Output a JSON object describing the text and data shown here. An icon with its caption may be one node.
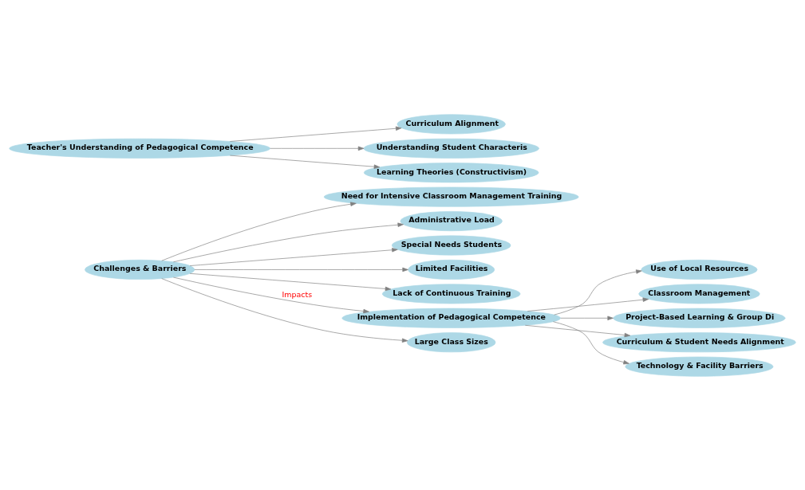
{
  "diagram": {
    "nodes": [
      {
        "text": [
          "Need for Intensive Classroom Management Training"
        ]
      },
      {
        "text": [
          "Administrative Load"
        ]
      },
      {
        "text": [
          "Special Needs Students"
        ]
      },
      {
        "text": [
          "Curriculum Alignment"
        ]
      },
      {
        "text": [
          "Understanding Student Characteris"
        ]
      },
      {
        "text": [
          "Use of Local Resources"
        ]
      },
      {
        "text": [
          "Teacher's Understanding of Pedagogical Competence"
        ]
      },
      {
        "text": [
          "Challenges & Barriers"
        ]
      },
      {
        "text": [
          "Limited Facilities"
        ]
      },
      {
        "text": [
          "Lack of Continuous Training"
        ]
      },
      {
        "text": [
          "Implementation of Pedagogical Competence"
        ]
      },
      {
        "text": [
          "Classroom Management"
        ]
      },
      {
        "text": [
          "Project-Based Learning & Group Di"
        ]
      },
      {
        "text": [
          "Learning Theories (Constructivism)"
        ]
      },
      {
        "text": [
          "Curriculum & Student Needs Alignment"
        ]
      },
      {
        "text": [
          "Technology & Facility Barriers"
        ]
      },
      {
        "text": [
          "Large Class Sizes"
        ]
      }
    ],
    "edges": [
      {
        "from": 6,
        "to": 3,
        "arrow": "to"
      },
      {
        "from": 6,
        "to": 4,
        "arrow": "to"
      },
      {
        "from": 6,
        "to": 13,
        "arrow": "to"
      },
      {
        "from": 7,
        "to": 0,
        "arrow": "to"
      },
      {
        "from": 7,
        "to": 1,
        "arrow": "to"
      },
      {
        "from": 7,
        "to": 2,
        "arrow": "to"
      },
      {
        "from": 7,
        "to": 8,
        "arrow": "to"
      },
      {
        "from": 7,
        "to": 9,
        "arrow": "to"
      },
      {
        "from": 7,
        "to": 16,
        "arrow": "to"
      },
      {
        "from": 7,
        "to": 10,
        "arrow": "to",
        "label": "Impacts"
      },
      {
        "from": 10,
        "to": 5,
        "arrow": "to"
      },
      {
        "from": 10,
        "to": 11,
        "arrow": "to"
      },
      {
        "from": 10,
        "to": 12,
        "arrow": "to"
      },
      {
        "from": 10,
        "to": 14,
        "arrow": "to"
      },
      {
        "from": 10,
        "to": 15,
        "arrow": "to"
      }
    ]
  }
}
